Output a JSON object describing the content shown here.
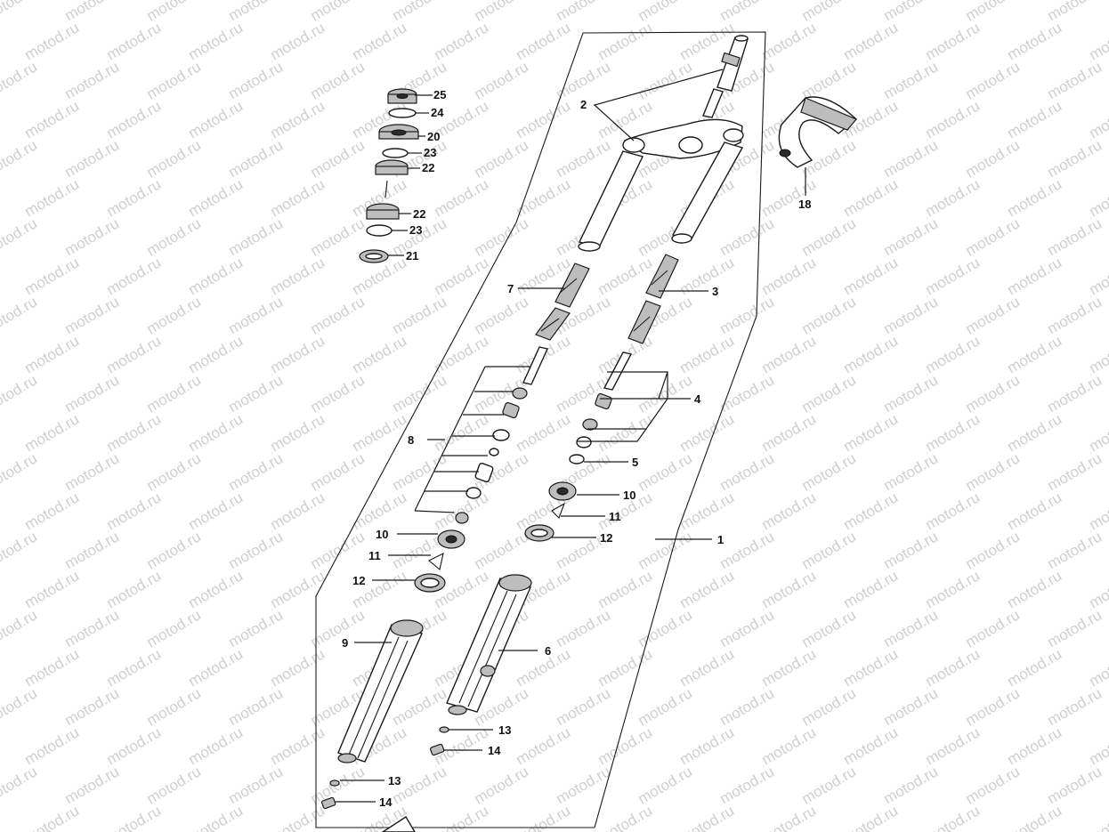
{
  "diagram": {
    "watermark": "motod.ru",
    "colors": {
      "ink": "#1a1a1a",
      "watermark": "#cfcfcf",
      "background": "#ffffff"
    },
    "callouts": {
      "c1": "1",
      "c2": "2",
      "c3": "3",
      "c4": "4",
      "c5": "5",
      "c6": "6",
      "c7": "7",
      "c8": "8",
      "c9": "9",
      "c10a": "10",
      "c10b": "10",
      "c11a": "11",
      "c11b": "11",
      "c12a": "12",
      "c12b": "12",
      "c13a": "13",
      "c13b": "13",
      "c14a": "14",
      "c14b": "14",
      "c18": "18",
      "c20": "20",
      "c21": "21",
      "c22a": "22",
      "c22b": "22",
      "c23a": "23",
      "c23b": "23",
      "c24": "24",
      "c25": "25"
    }
  }
}
